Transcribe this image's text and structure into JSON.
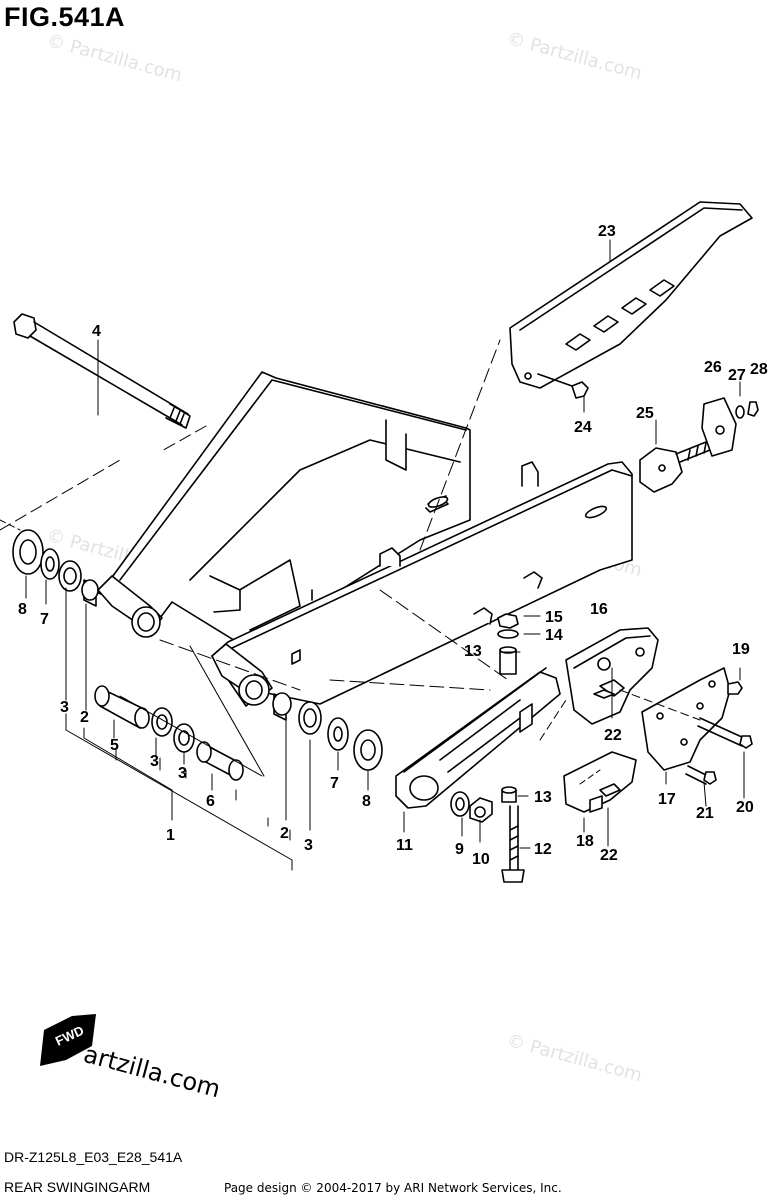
{
  "header": {
    "title": "FIG.541A"
  },
  "footer": {
    "model_code": "DR-Z125L8_E03_E28_541A",
    "section_name": "REAR SWINGINGARM",
    "copyright": "Page design © 2004-2017 by ARI Network Services, Inc."
  },
  "branding": {
    "text": "artzilla.com",
    "watermark": "© Partzilla.com"
  },
  "fwd_badge": "FWD",
  "callouts": {
    "c1": "1",
    "c2a": "2",
    "c2b": "2",
    "c3a": "3",
    "c3b": "3",
    "c3c": "3",
    "c3d": "3",
    "c4": "4",
    "c5": "5",
    "c6": "6",
    "c7a": "7",
    "c7b": "7",
    "c8a": "8",
    "c8b": "8",
    "c9": "9",
    "c10": "10",
    "c11": "11",
    "c12": "12",
    "c13a": "13",
    "c13b": "13",
    "c14": "14",
    "c15": "15",
    "c16": "16",
    "c17": "17",
    "c18": "18",
    "c19": "19",
    "c20": "20",
    "c21": "21",
    "c22a": "22",
    "c22b": "22",
    "c23": "23",
    "c24": "24",
    "c25": "25",
    "c26": "26",
    "c27": "27",
    "c28": "28"
  }
}
